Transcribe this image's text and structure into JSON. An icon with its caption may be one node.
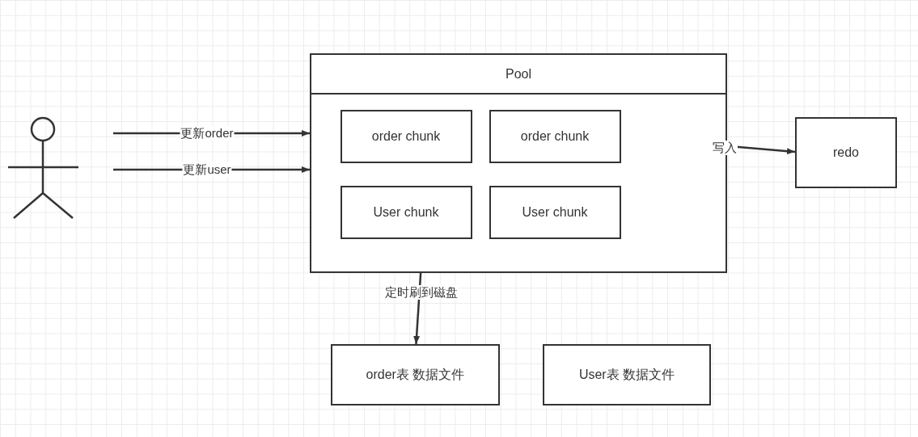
{
  "diagram": {
    "nodes": [
      {
        "text": [],
        "shape": "person"
      },
      {
        "text": [
          "Pool"
        ]
      },
      {
        "text": [
          "order chunk"
        ],
        "in": 1
      },
      {
        "text": [
          "order chunk"
        ],
        "in": 1
      },
      {
        "text": [
          "User chunk"
        ],
        "in": 1
      },
      {
        "text": [
          "User chunk"
        ],
        "in": 1
      },
      {
        "text": [
          "redo"
        ]
      },
      {
        "text": [
          "order表 数据文件"
        ]
      },
      {
        "text": [
          "User表 数据文件"
        ]
      }
    ],
    "edges": [
      {
        "from": null,
        "to": 1,
        "arrow": "to",
        "label": "更新order"
      },
      {
        "from": null,
        "to": 1,
        "arrow": "to",
        "label": "更新user"
      },
      {
        "from": null,
        "to": 6,
        "arrow": "to",
        "label": "写入"
      },
      {
        "from": 4,
        "to": 7,
        "arrow": "to",
        "label": "定时刷到磁盘"
      }
    ]
  }
}
